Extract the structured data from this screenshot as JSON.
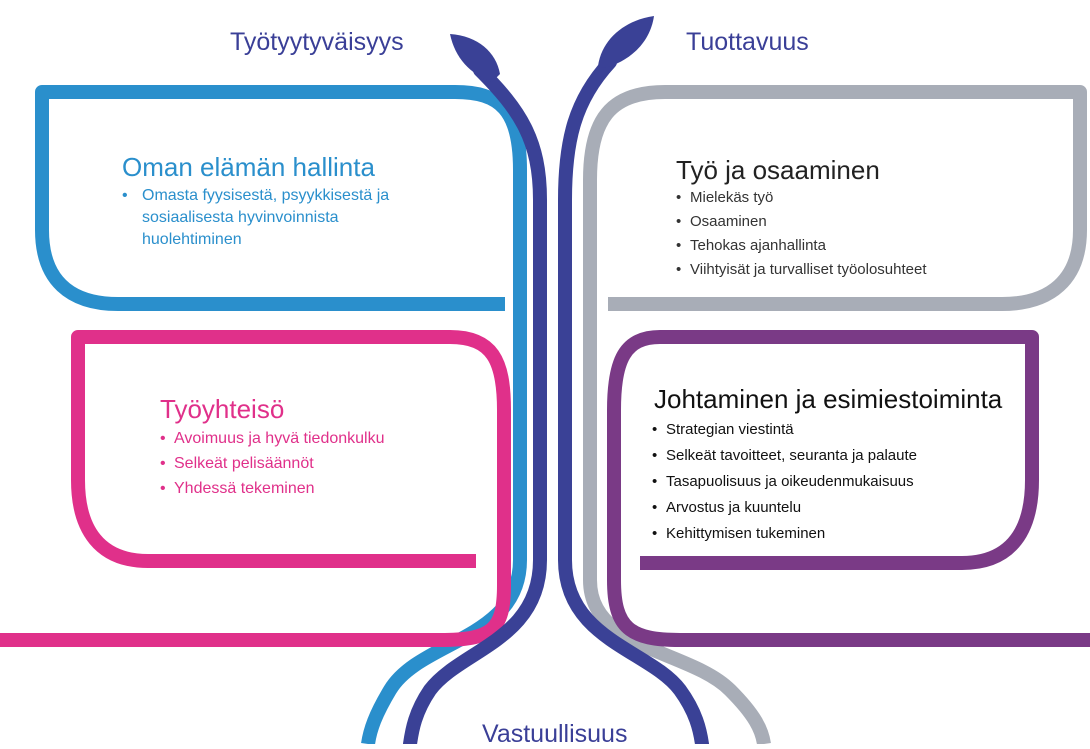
{
  "top_left_label": "Työtyytyväisyys",
  "top_right_label": "Tuottavuus",
  "bottom_label": "Vastuullisuus",
  "leaves": [
    {
      "heading": "Oman elämän hallinta",
      "items": [
        "Omasta fyysisestä, psyykkisestä ja sosiaalisesta hyvinvoinnista huolehtiminen"
      ],
      "color": "#2a8fcc"
    },
    {
      "heading": "Työ ja osaaminen",
      "items": [
        "Mielekäs työ",
        "Osaaminen",
        "Tehokas ajanhallinta",
        "Viihtyisät  ja turvalliset työolosuhteet"
      ],
      "color": "#a8adb7"
    },
    {
      "heading": "Työyhteisö",
      "items": [
        "Avoimuus ja hyvä  tiedonkulku",
        "Selkeät pelisäännöt",
        "Yhdessä tekeminen"
      ],
      "color": "#e0308a"
    },
    {
      "heading": "Johtaminen ja esimiestoiminta",
      "items": [
        "Strategian viestintä",
        "Selkeät tavoitteet, seuranta ja palaute",
        "Tasapuolisuus ja oikeudenmukaisuus",
        "Arvostus ja kuuntelu",
        "Kehittymisen tukeminen"
      ],
      "color": "#7a3a86"
    }
  ],
  "stem_color": "#3a4196"
}
